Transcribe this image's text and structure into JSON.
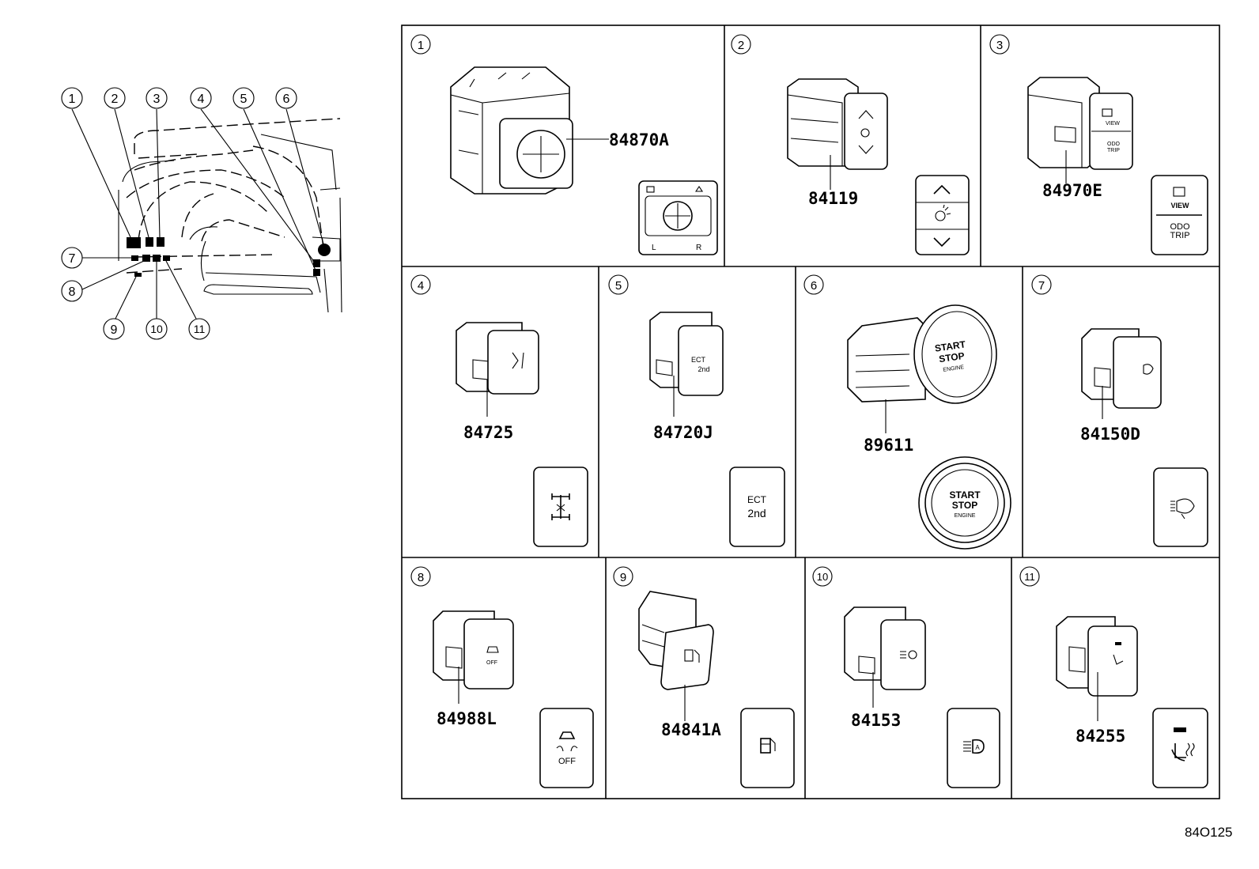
{
  "overview": {
    "callouts": [
      "1",
      "2",
      "3",
      "4",
      "5",
      "6",
      "7",
      "8",
      "9",
      "10",
      "11"
    ]
  },
  "cells": [
    {
      "num": "1",
      "part": "84870A",
      "tile": {
        "left": "L",
        "right": "R"
      }
    },
    {
      "num": "2",
      "part": "84119"
    },
    {
      "num": "3",
      "part": "84970E",
      "tile": {
        "line1": "VIEW",
        "line2": "ODO",
        "line3": "TRIP"
      }
    },
    {
      "num": "4",
      "part": "84725"
    },
    {
      "num": "5",
      "part": "84720J",
      "tile": {
        "line1": "ECT",
        "line2": "2nd"
      }
    },
    {
      "num": "6",
      "part": "89611",
      "tile": {
        "line1": "START",
        "line2": "STOP",
        "line3": "ENGINE"
      }
    },
    {
      "num": "7",
      "part": "84150D"
    },
    {
      "num": "8",
      "part": "84988L",
      "tile": {
        "line1": "OFF"
      }
    },
    {
      "num": "9",
      "part": "84841A"
    },
    {
      "num": "10",
      "part": "84153"
    },
    {
      "num": "11",
      "part": "84255"
    }
  ],
  "figure_code": "84O125",
  "icons": {
    "c1": "mirror-adjust-switch-icon",
    "c2": "panel-dimmer-switch-icon",
    "c3": "view-odo-trip-switch-icon",
    "c4": "four-wheel-drive-switch-icon",
    "c5": "ect-2nd-switch-icon",
    "c6": "engine-start-stop-button-icon",
    "c7": "headlamp-cleaner-switch-icon",
    "c8": "vsc-off-switch-icon",
    "c9": "fuel-door-switch-icon",
    "c10": "auto-high-beam-switch-icon",
    "c11": "seat-heater-switch-icon"
  }
}
